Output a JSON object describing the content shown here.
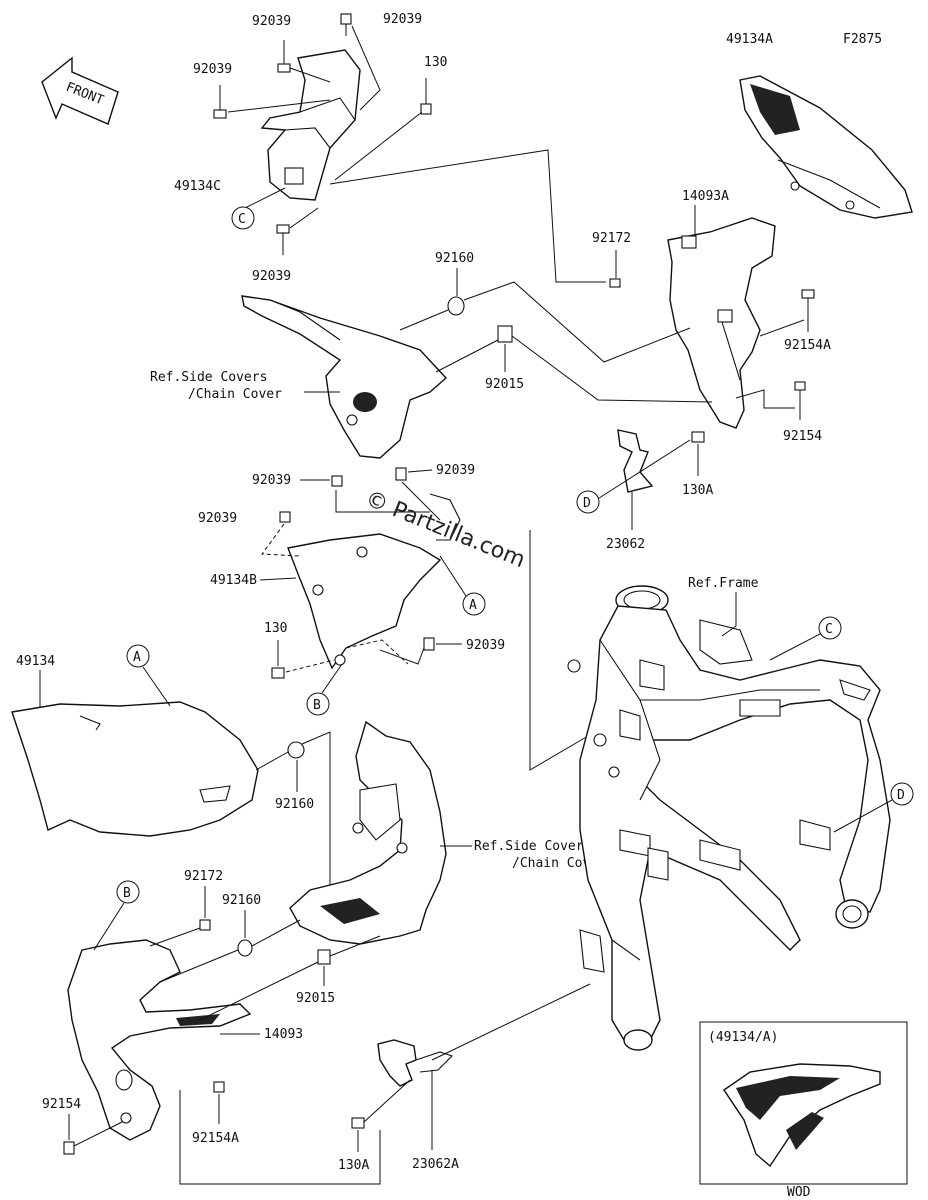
{
  "figure_code": "F2875",
  "front_arrow_label": "FRONT",
  "watermark": "© Partzilla.com",
  "inset_title": "(49134/A)",
  "inset_caption": "WOD",
  "ref_side_covers_1": "Ref.Side Covers",
  "ref_chain_cover_1": "/Chain Cover",
  "ref_side_covers_2": "Ref.Side Covers",
  "ref_chain_cover_2": "/Chain Cover",
  "ref_frame": "Ref.Frame",
  "callouts": {
    "A": "A",
    "B": "B",
    "C": "C",
    "D": "D"
  },
  "part_numbers": {
    "p92039_a": "92039",
    "p92039_b": "92039",
    "p92039_c": "92039",
    "p92039_d": "92039",
    "p130_top": "130",
    "p49134C": "49134C",
    "p49134A": "49134A",
    "p14093A": "14093A",
    "p92172_top": "92172",
    "p92160_top": "92160",
    "p92154A_top": "92154A",
    "p92015_top": "92015",
    "p92154_top": "92154",
    "p130A_top": "130A",
    "p23062": "23062",
    "p92039_e": "92039",
    "p92039_f": "92039",
    "p92039_g": "92039",
    "p49134B": "49134B",
    "p130_mid": "130",
    "p92039_h": "92039",
    "p49134": "49134",
    "p92160_mid": "92160",
    "p92172_bot": "92172",
    "p92160_bot": "92160",
    "p92015_bot": "92015",
    "p14093": "14093",
    "p92154_bot": "92154",
    "p92154A_bot": "92154A",
    "p130A_bot": "130A",
    "p23062A": "23062A"
  }
}
